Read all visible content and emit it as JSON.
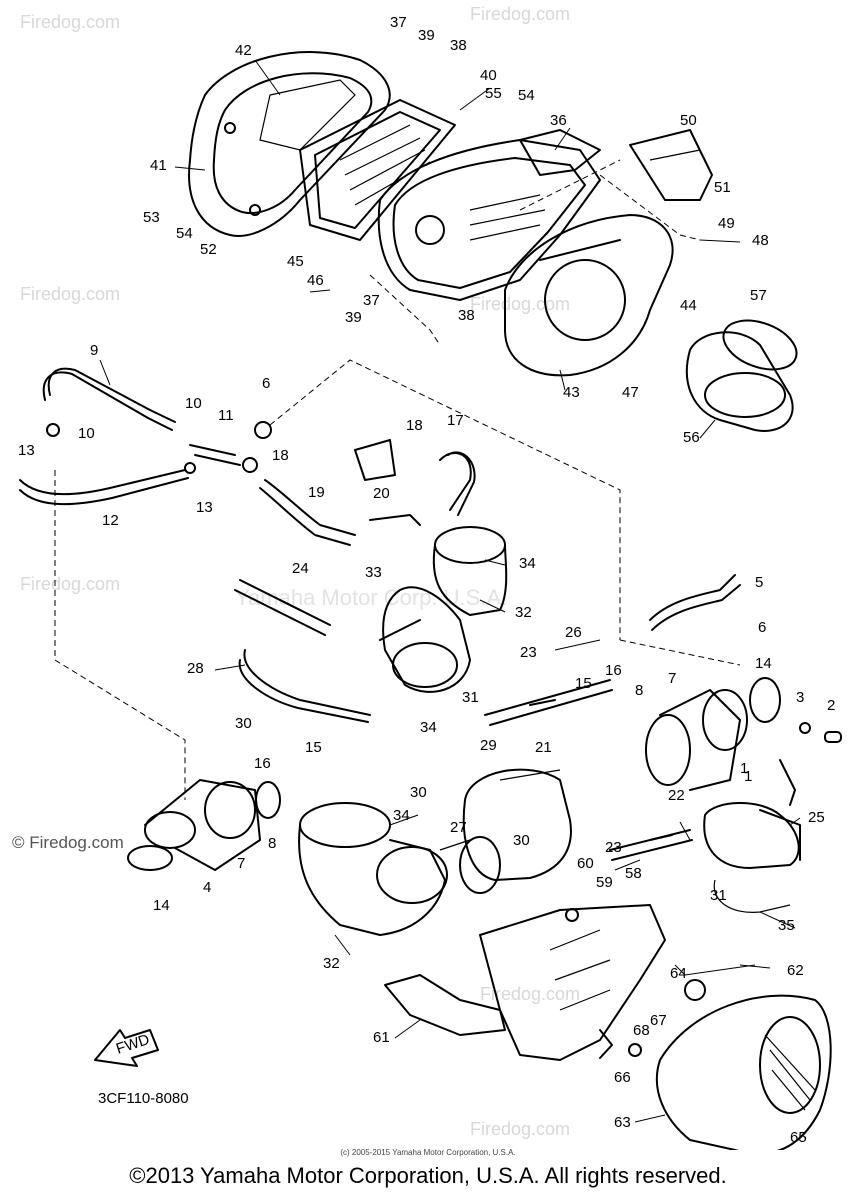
{
  "watermark": "Firedog.com",
  "center_watermark": "Yamaha Motor Corp. U.S.A.",
  "side_watermark": "© Firedog.com",
  "diagram_code": "3CF110-8080",
  "fwd_label": "FWD",
  "small_copyright": "(c) 2005-2015 Yamaha Motor Corporation, U.S.A.",
  "copyright": "©2013 Yamaha Motor Corporation, U.S.A. All rights reserved.",
  "callouts": [
    "37",
    "39",
    "38",
    "42",
    "40",
    "55",
    "54",
    "36",
    "50",
    "41",
    "51",
    "49",
    "48",
    "53",
    "54",
    "52",
    "45",
    "46",
    "44",
    "57",
    "37",
    "39",
    "38",
    "43",
    "47",
    "56",
    "9",
    "6",
    "10",
    "11",
    "18",
    "17",
    "13",
    "10",
    "12",
    "13",
    "18",
    "19",
    "20",
    "34",
    "24",
    "33",
    "5",
    "32",
    "26",
    "6",
    "28",
    "23",
    "16",
    "14",
    "15",
    "8",
    "7",
    "3",
    "2",
    "31",
    "30",
    "34",
    "21",
    "29",
    "1",
    "16",
    "15",
    "30",
    "8",
    "7",
    "4",
    "14",
    "27",
    "23",
    "22",
    "25",
    "34",
    "30",
    "60",
    "58",
    "59",
    "31",
    "35",
    "32",
    "62",
    "64",
    "68",
    "67",
    "61",
    "66",
    "63",
    "65",
    "1"
  ]
}
